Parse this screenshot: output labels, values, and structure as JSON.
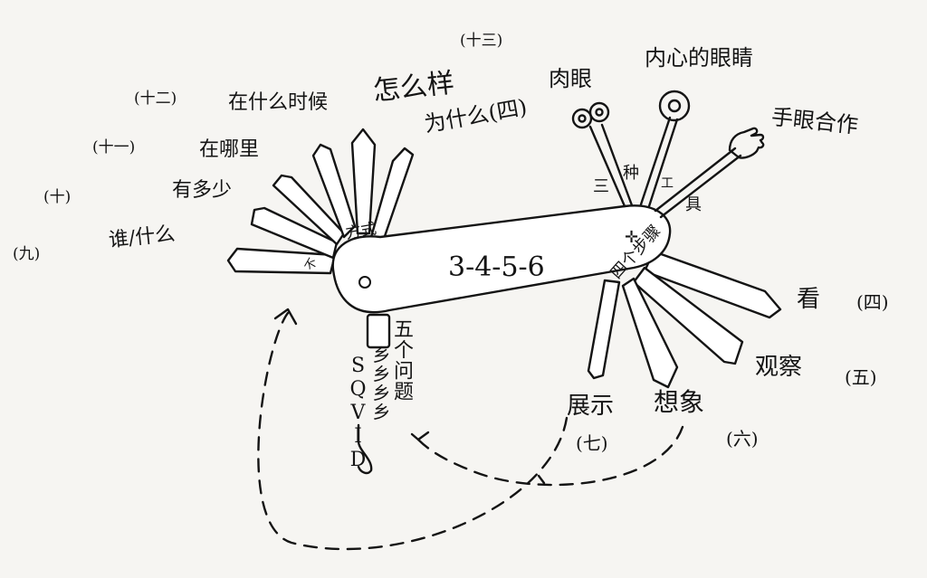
{
  "knife": {
    "body_label": "3-4-5-6",
    "cross_icon": "cross-icon",
    "rivet_icon": "rivet-icon"
  },
  "left_tools": {
    "fangshi": "方式",
    "bu": "不",
    "shui_shenme": "谁/什么",
    "you_duoshao": "有多少",
    "zai_nali": "在哪里",
    "zai_shenme_shihou": "在什么时候",
    "zenmeyang": "怎么样",
    "wei_shenme": "为什么(四)",
    "num_9": "(九)",
    "num_10": "(十)",
    "num_11": "(十一)",
    "num_12": "(十二)",
    "num_13": "(十三)"
  },
  "right_tools": {
    "rouyan": "肉眼",
    "neixin_yanjing": "内心的眼睛",
    "shouyan_hezuo": "手眼合作",
    "san": "三",
    "zhong": "种",
    "gong": "工",
    "ju": "具",
    "sige_buzhou": "四个步骤",
    "kan": "看",
    "num_4": "(四)",
    "guancha": "观察",
    "num_5": "(五)",
    "zhanshi": "展示",
    "num_7": "(七)",
    "xiangxiang": "想象",
    "num_6": "(六)"
  },
  "bottom_tools": {
    "wuge_wenti": "五个问题",
    "hook_letters": "SQVID",
    "spring_glyphs": "乡乡乡乡"
  },
  "colors": {
    "ink": "#141414",
    "paper": "#f6f5f2",
    "knife_fill": "#ffffff"
  }
}
